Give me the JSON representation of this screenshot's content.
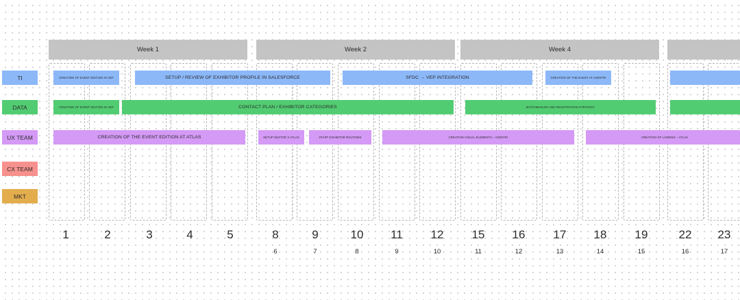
{
  "colors": {
    "ti": "#8cb8f8",
    "data": "#52cc72",
    "ux": "#d49af6",
    "cx": "#f7918d",
    "mkt": "#e3ad4d",
    "week_header": "#c4c4c4"
  },
  "weeks": [
    "Week 1",
    "Week 2",
    "Week 4",
    ""
  ],
  "teams": {
    "ti": "TI",
    "data": "DATA",
    "ux": "UX TEAM",
    "cx": "CX TEAM",
    "mkt": "MKT"
  },
  "tasks": {
    "ti_1": "CREATION OF EVENT EDITION IN VEP",
    "ti_2": "SETUP / REVIEW OF EXHIBITOR PROFILE IN SALESFORCE",
    "ti_3": "SFDC → VEP INTEGRATION",
    "ti_4": "CREATION OF THE EVENT AT AVENTRI",
    "ti_5": "",
    "data_1": "CREATION OF EVENT EDITION IN VEP",
    "data_2": "CONTACT PLAN / EXHIBITOR CATEGORIES",
    "data_3": "MATCHMAKING AND REGISTRATION STRATEGY",
    "data_4": "",
    "ux_1": "CREATION OF THE EVENT EDITION AT ATLAS",
    "ux_2": "SETUP GESTOR X ATLAS",
    "ux_3": "START EXHIBITOR ROUTINES",
    "ux_4": "CREATION VISUAL ELEMENTS – AVENTRI",
    "ux_5": "CREATION OF LANDING – ATLAS"
  },
  "days": [
    {
      "num": "1",
      "sub": ""
    },
    {
      "num": "2",
      "sub": ""
    },
    {
      "num": "3",
      "sub": ""
    },
    {
      "num": "4",
      "sub": ""
    },
    {
      "num": "5",
      "sub": ""
    },
    {
      "num": "8",
      "sub": "6"
    },
    {
      "num": "9",
      "sub": "7"
    },
    {
      "num": "10",
      "sub": "8"
    },
    {
      "num": "11",
      "sub": "9"
    },
    {
      "num": "12",
      "sub": "10"
    },
    {
      "num": "15",
      "sub": "11"
    },
    {
      "num": "16",
      "sub": "12"
    },
    {
      "num": "17",
      "sub": "13"
    },
    {
      "num": "18",
      "sub": "14"
    },
    {
      "num": "19",
      "sub": "15"
    },
    {
      "num": "22",
      "sub": "16"
    },
    {
      "num": "23",
      "sub": "17"
    }
  ]
}
